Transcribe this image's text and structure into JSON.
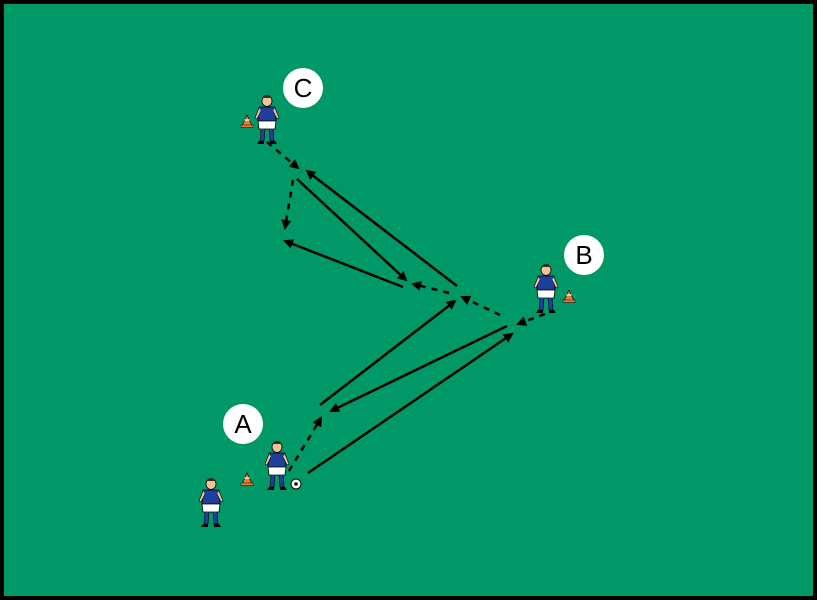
{
  "colors": {
    "pitch": "#009866",
    "border": "#000000",
    "shirt": "#1f3f9f",
    "shorts": "#ffffff",
    "skin": "#f2c29a",
    "hair": "#3a2a20",
    "cone": "#ef7a3a",
    "line": "#000000",
    "badge": "#ffffff"
  },
  "labels": {
    "a": "A",
    "b": "B",
    "c": "C"
  },
  "icons": {
    "player": "soccer-player-icon",
    "cone": "training-cone-icon",
    "ball": "soccer-ball-icon"
  }
}
